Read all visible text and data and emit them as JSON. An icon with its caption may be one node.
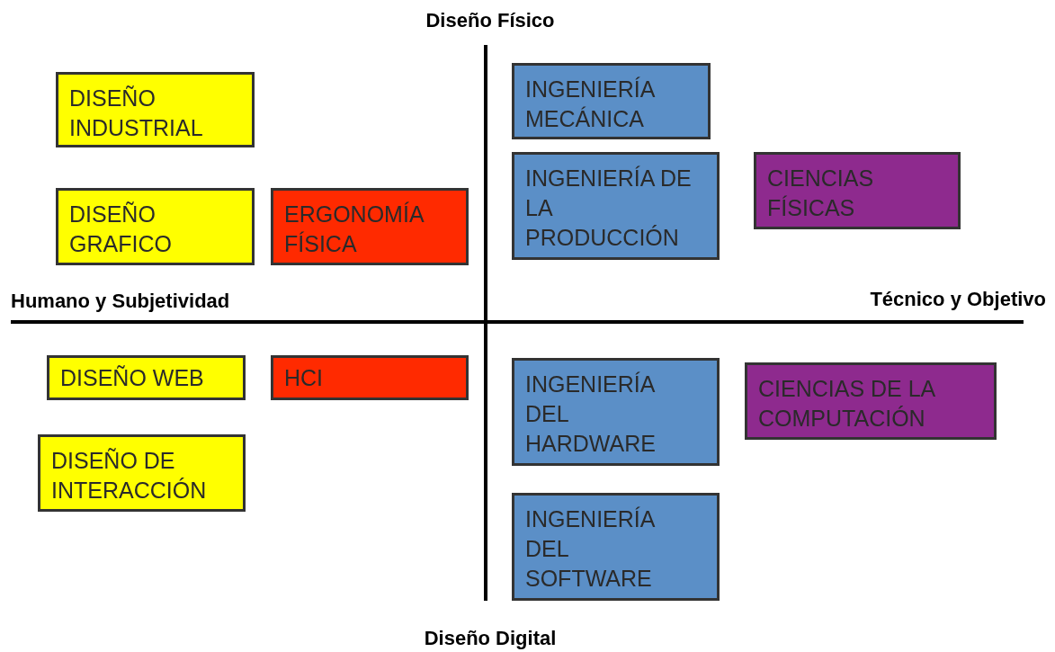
{
  "diagram": {
    "nodes": [
      {
        "text": [
          "DISEÑO INDUSTRIAL"
        ]
      },
      {
        "text": [
          "DISEÑO GRAFICO"
        ]
      },
      {
        "text": [
          "ERGONOMÍA FÍSICA"
        ]
      },
      {
        "text": [
          "INGENIERÍA MECÁNICA"
        ]
      },
      {
        "text": [
          "INGENIERÍA DE LA PRODUCCIÓN"
        ]
      },
      {
        "text": [
          "CIENCIAS FÍSICAS"
        ]
      },
      {
        "text": [
          "DISEÑO WEB"
        ]
      },
      {
        "text": [
          "HCI"
        ]
      },
      {
        "text": [
          "DISEÑO DE INTERACCIÓN"
        ]
      },
      {
        "text": [
          "INGENIERÍA DEL HARDWARE"
        ]
      },
      {
        "text": [
          "CIENCIAS DE LA COMPUTACIÓN"
        ]
      },
      {
        "text": [
          "INGENIERÍA DEL SOFTWARE"
        ]
      }
    ],
    "edges": [],
    "labels": [
      "Diseño Físico",
      "Humano y Subjetividad",
      "Técnico y Objetivo",
      "Diseño Digital"
    ]
  }
}
